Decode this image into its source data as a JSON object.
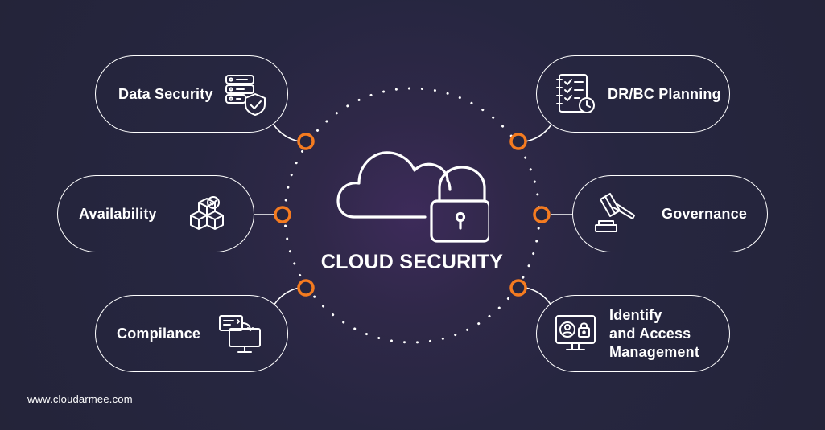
{
  "center": {
    "title": "CLOUD SECURITY",
    "icon": "cloud-lock-icon"
  },
  "features": {
    "data_security": {
      "label": "Data Security",
      "icon": "database-shield-icon"
    },
    "availability": {
      "label": "Availability",
      "icon": "cubes-check-icon"
    },
    "compilance": {
      "label": "Compilance",
      "icon": "monitor-document-icon"
    },
    "drbc_planning": {
      "label": "DR/BC Planning",
      "icon": "checklist-clock-icon"
    },
    "governance": {
      "label": "Governance",
      "icon": "gavel-icon"
    },
    "identity_access": {
      "label": "Identify\nand Access\nManagement",
      "icon": "monitor-users-lock-icon"
    }
  },
  "footer": {
    "website": "www.cloudarmee.com"
  },
  "colors": {
    "background": "#262640",
    "accent": "#f47b20",
    "line": "#ffffff"
  }
}
